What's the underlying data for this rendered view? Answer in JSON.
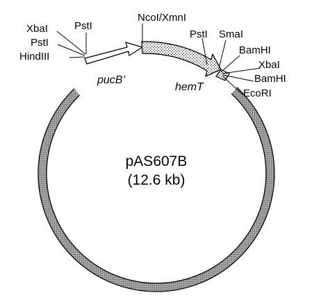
{
  "plasmid": {
    "name": "pAS607B",
    "size": "(12.6 kb)"
  },
  "genes": {
    "pucB": "pucB’",
    "hemT": "hemT"
  },
  "sites_left": {
    "xbal": "XbaI",
    "pstl_top": "PstI",
    "pstl": "PstI",
    "hindiii": "HindIII"
  },
  "sites_top": {
    "ncol_xmnl": "NcoI/XmnI",
    "pstl": "PstI",
    "smal": "SmaI"
  },
  "sites_right": {
    "bamhi_1": "BamHI",
    "xbal": "XbaI",
    "bamhi_2": "BamHI",
    "ecori": "EcoRI"
  },
  "colors": {
    "ring_fill": "#a9a9a9",
    "stroke": "#000000",
    "background": "#ffffff"
  }
}
